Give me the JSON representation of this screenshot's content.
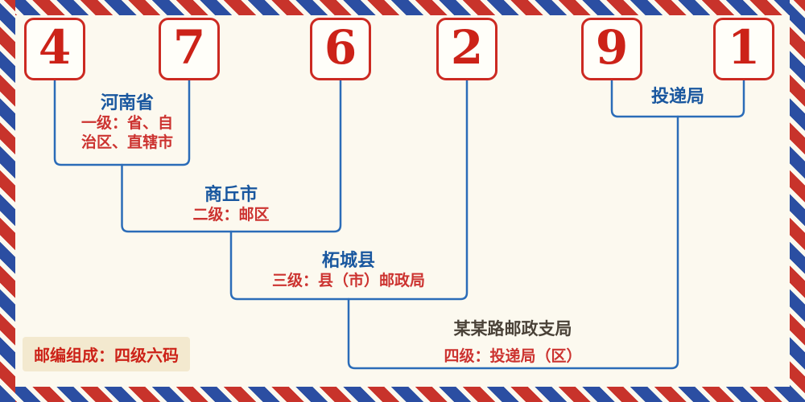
{
  "postal_code": {
    "digits": [
      "4",
      "7",
      "6",
      "2",
      "9",
      "1"
    ]
  },
  "levels": [
    {
      "name": "河南省",
      "desc_line1": "一级：省、自",
      "desc_line2": "治区、直辖市"
    },
    {
      "name": "商丘市",
      "desc": "二级：邮区"
    },
    {
      "name": "柘城县",
      "desc": "三级：县（市）邮政局"
    },
    {
      "name": "某某路邮政支局",
      "desc": "四级：投递局（区）"
    },
    {
      "name": "投递局"
    }
  ],
  "footer": {
    "composition_label": "邮编组成：四级六码"
  },
  "colors": {
    "digit_red": "#cc2218",
    "box_border_red": "#cc2a22",
    "line_blue": "#2b6cb8",
    "name_blue": "#19579f",
    "branch_name_dark": "#4a4238",
    "desc_red": "#cc3330",
    "background_cream": "#fcf9ef",
    "badge_beige": "#f3e9cf",
    "stripe_red": "#c8332b",
    "stripe_blue": "#2b4ea2"
  }
}
